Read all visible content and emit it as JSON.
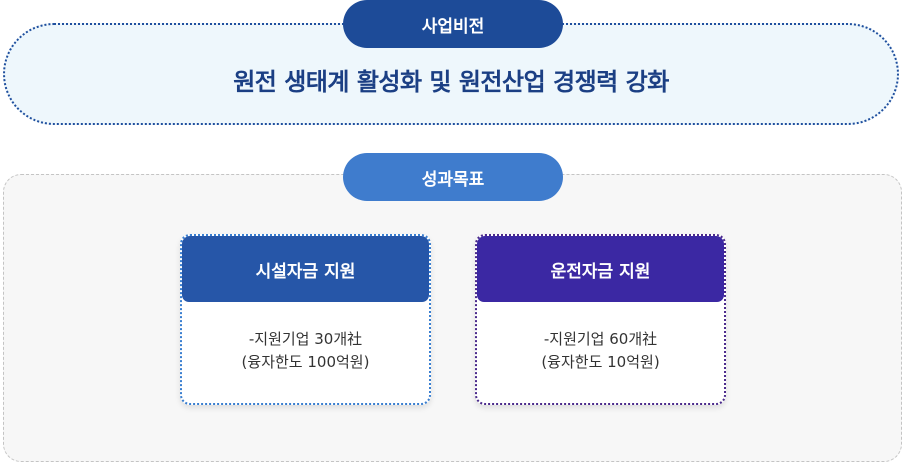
{
  "vision": {
    "label": "사업비전",
    "statement": "원전 생태계 활성화 및 원전산업 경쟁력 강화"
  },
  "goal": {
    "label": "성과목표",
    "cards": [
      {
        "title": "시설자금 지원",
        "line1": "-지원기업 30개社",
        "line2": "(융자한도 100억원)"
      },
      {
        "title": "운전자금 지원",
        "line1": "-지원기업 60개社",
        "line2": "(융자한도 10억원)"
      }
    ]
  },
  "colors": {
    "vision_pill": "#1d4b98",
    "goal_pill": "#3f7ccd",
    "card1_header": "#2656a8",
    "card2_header": "#3b28a3"
  }
}
